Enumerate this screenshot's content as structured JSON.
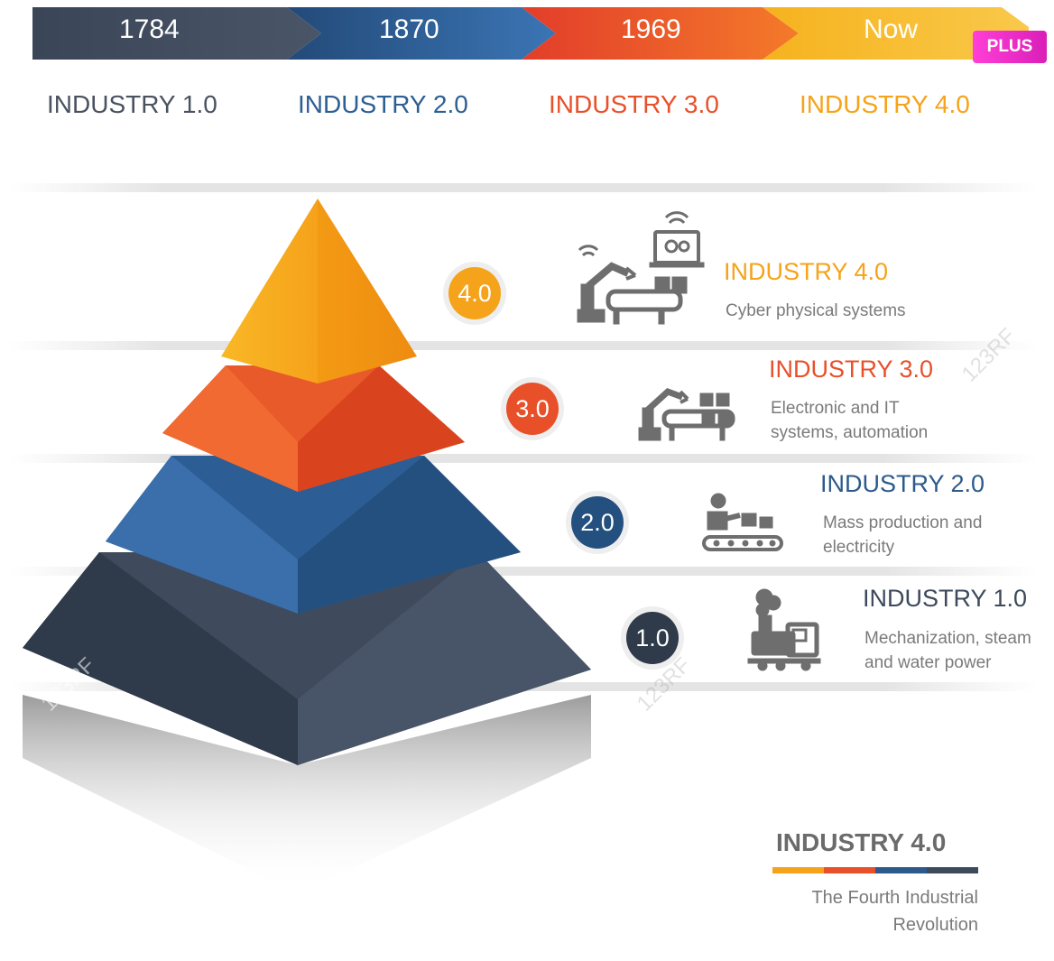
{
  "timeline": [
    {
      "year": "1784",
      "era": "INDUSTRY 1.0"
    },
    {
      "year": "1870",
      "era": "INDUSTRY 2.0"
    },
    {
      "year": "1969",
      "era": "INDUSTRY 3.0"
    },
    {
      "year": "Now",
      "era": "INDUSTRY 4.0"
    }
  ],
  "plus_badge": "PLUS",
  "levels": [
    {
      "badge": "4.0",
      "title": "INDUSTRY 4.0",
      "description": "Cyber physical systems",
      "icon": "robot-arm-conveyor-wifi-computer-icon"
    },
    {
      "badge": "3.0",
      "title": "INDUSTRY 3.0",
      "description": "Electronic and IT systems, automation",
      "icon": "robot-arm-conveyor-icon"
    },
    {
      "badge": "2.0",
      "title": "INDUSTRY 2.0",
      "description": "Mass production and electricity",
      "icon": "worker-conveyor-icon"
    },
    {
      "badge": "1.0",
      "title": "INDUSTRY 1.0",
      "description": "Mechanization, steam and water power",
      "icon": "steam-locomotive-icon"
    }
  ],
  "footer": {
    "title": "INDUSTRY 4.0",
    "subtitle": "The Fourth Industrial Revolution"
  },
  "watermark": "123RF",
  "colors": {
    "industry1": "#3d4a5c",
    "industry2": "#2c5a8c",
    "industry3": "#e8502a",
    "industry4": "#f5a31a",
    "icon_gray": "#6e6e6e"
  }
}
